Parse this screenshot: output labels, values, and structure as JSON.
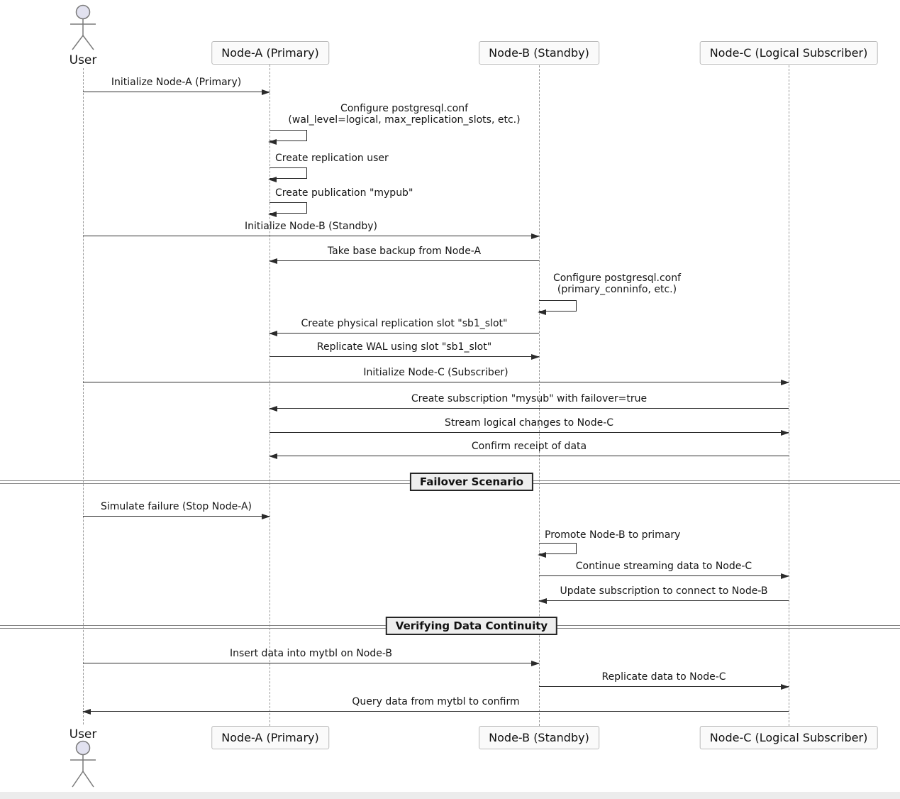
{
  "diagram": {
    "type": "sequence-diagram",
    "actor": {
      "label": "User"
    },
    "participants": [
      {
        "label": "Node-A (Primary)"
      },
      {
        "label": "Node-B (Standby)"
      },
      {
        "label": "Node-C (Logical Subscriber)"
      }
    ],
    "dividers": [
      {
        "label": "Failover Scenario"
      },
      {
        "label": "Verifying Data Continuity"
      }
    ],
    "messages": [
      {
        "from": "User",
        "to": "Node-A",
        "text": "Initialize Node-A (Primary)"
      },
      {
        "from": "Node-A",
        "to": "Node-A",
        "text": "Configure postgresql.conf",
        "text2": "(wal_level=logical, max_replication_slots, etc.)"
      },
      {
        "from": "Node-A",
        "to": "Node-A",
        "text": "Create replication user"
      },
      {
        "from": "Node-A",
        "to": "Node-A",
        "text": "Create publication \"mypub\""
      },
      {
        "from": "User",
        "to": "Node-B",
        "text": "Initialize Node-B (Standby)"
      },
      {
        "from": "Node-B",
        "to": "Node-A",
        "text": "Take base backup from Node-A"
      },
      {
        "from": "Node-B",
        "to": "Node-B",
        "text": "Configure postgresql.conf",
        "text2": "(primary_conninfo, etc.)"
      },
      {
        "from": "Node-B",
        "to": "Node-A",
        "text": "Create physical replication slot \"sb1_slot\""
      },
      {
        "from": "Node-A",
        "to": "Node-B",
        "text": "Replicate WAL using slot \"sb1_slot\""
      },
      {
        "from": "User",
        "to": "Node-C",
        "text": "Initialize Node-C (Subscriber)"
      },
      {
        "from": "Node-C",
        "to": "Node-A",
        "text": "Create subscription \"mysub\" with failover=true"
      },
      {
        "from": "Node-A",
        "to": "Node-C",
        "text": "Stream logical changes to Node-C"
      },
      {
        "from": "Node-C",
        "to": "Node-A",
        "text": "Confirm receipt of data"
      },
      {
        "from": "User",
        "to": "Node-A",
        "text": "Simulate failure (Stop Node-A)"
      },
      {
        "from": "Node-B",
        "to": "Node-B",
        "text": "Promote Node-B to primary"
      },
      {
        "from": "Node-B",
        "to": "Node-C",
        "text": "Continue streaming data to Node-C"
      },
      {
        "from": "Node-C",
        "to": "Node-B",
        "text": "Update subscription to connect to Node-B"
      },
      {
        "from": "User",
        "to": "Node-B",
        "text": "Insert data into mytbl on Node-B"
      },
      {
        "from": "Node-B",
        "to": "Node-C",
        "text": "Replicate data to Node-C"
      },
      {
        "from": "Node-C",
        "to": "User",
        "text": "Query data from mytbl to confirm"
      }
    ],
    "colors": {
      "actor_head_fill": "#E2E2F0",
      "lifeline": "#9A9A9A",
      "arrow": "#2B2B2B",
      "participant_fill": "#FAFAFA",
      "participant_border": "#B9B9B9",
      "divider_fill": "#EEEEEE",
      "divider_border": "#252525"
    }
  }
}
